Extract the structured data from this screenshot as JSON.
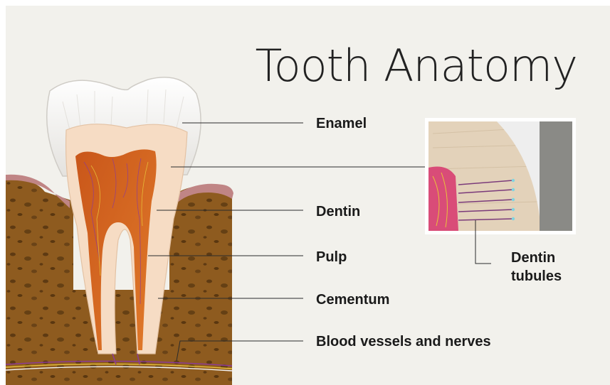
{
  "title": "Tooth Anatomy",
  "labels": {
    "enamel": "Enamel",
    "dentin": "Dentin",
    "pulp": "Pulp",
    "cementum": "Cementum",
    "vessels": "Blood vessels and nerves",
    "tubules_line1": "Dentin",
    "tubules_line2": "tubules"
  },
  "colors": {
    "background": "#f2f1ec",
    "enamel": "#f3f3f3",
    "dentin": "#f6dcc4",
    "pulp": "#d46a1c",
    "bone": "#8c5a1e",
    "gum": "#c48a8a",
    "leader": "#2b2b2b"
  }
}
